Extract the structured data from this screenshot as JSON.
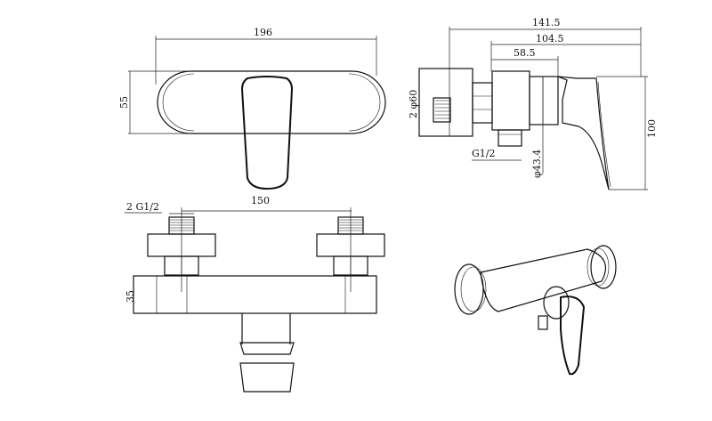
{
  "top_view": {
    "width_label": "196",
    "height_label": "55"
  },
  "side_view": {
    "overall_label": "141.5",
    "body_to_tip_label": "104.5",
    "body_label": "58.5",
    "flange_label": "2 φ60",
    "outlet_thread_label": "G1/2",
    "body_diameter_label": "φ43.4",
    "height_label": "100"
  },
  "front_view": {
    "inlet_thread_label": "2 G1/2",
    "centers_label": "150",
    "body_height_label": "35"
  }
}
